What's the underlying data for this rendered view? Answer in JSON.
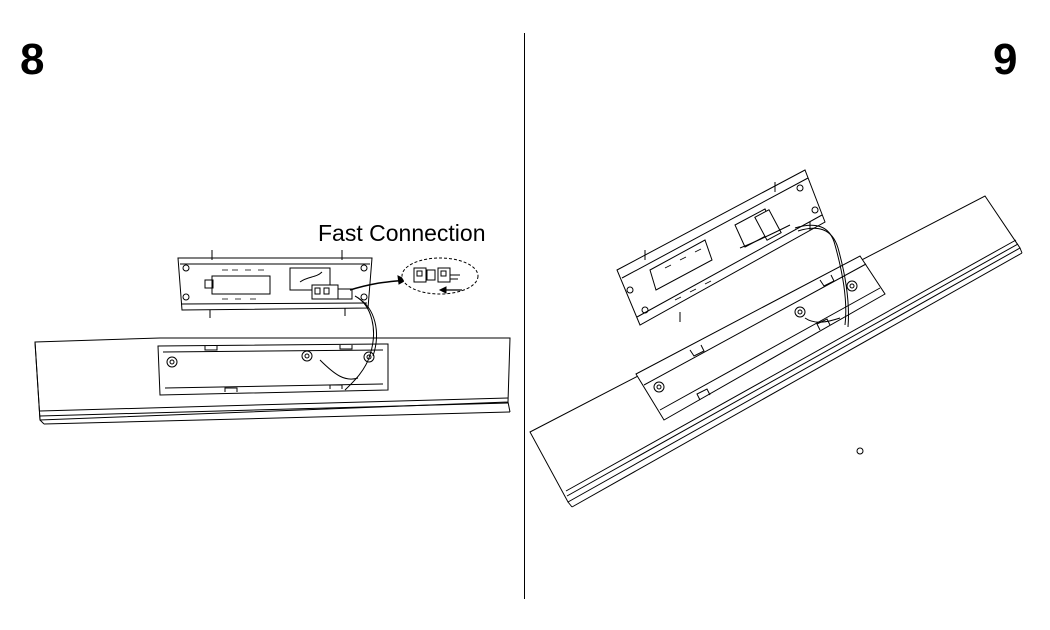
{
  "steps": [
    {
      "number": "8",
      "label": "Fast Connection"
    },
    {
      "number": "9"
    }
  ]
}
